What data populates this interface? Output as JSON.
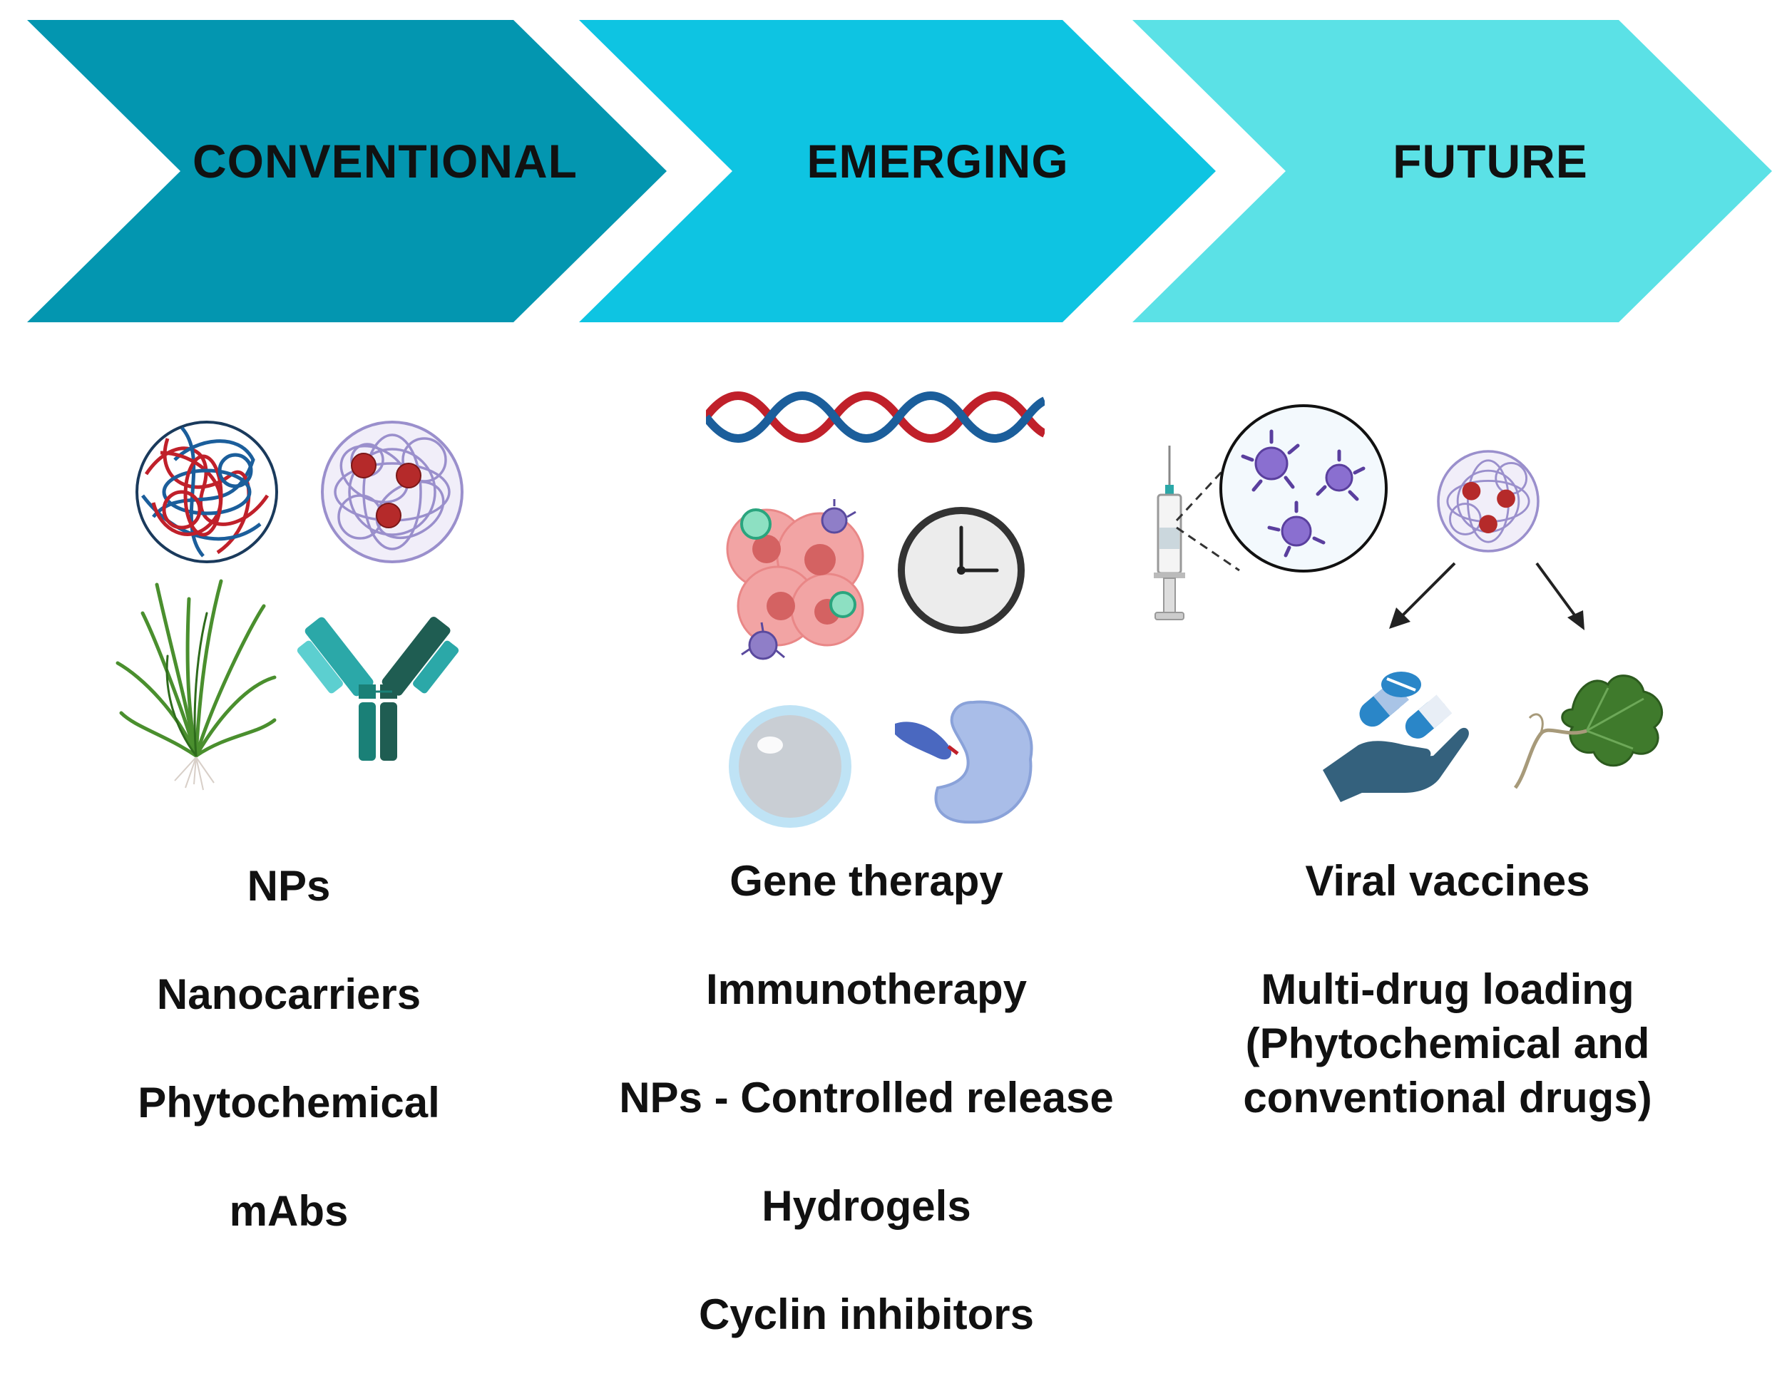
{
  "phases": [
    {
      "label": "CONVENTIONAL",
      "color": "#0396b0"
    },
    {
      "label": "EMERGING",
      "color": "#0ec4e2"
    },
    {
      "label": "FUTURE",
      "color": "#5be1e6"
    }
  ],
  "conventional": {
    "items": [
      "NPs",
      "Nanocarriers",
      "Phytochemical",
      "mAbs"
    ],
    "icons": [
      "polymer-nanoparticle-icon",
      "drug-loaded-nanoparticle-icon",
      "grass-plant-icon",
      "antibody-icon"
    ]
  },
  "emerging": {
    "items": [
      "Gene therapy",
      "Immunotherapy",
      "NPs - Controlled release",
      "Hydrogels",
      "Cyclin inhibitors"
    ],
    "icons": [
      "dna-helix-icon",
      "tumor-immune-cells-icon",
      "clock-icon",
      "hydrogel-sphere-icon",
      "cyclin-protein-icon"
    ]
  },
  "future": {
    "items": [
      "Viral vaccines",
      "Multi-drug loading",
      "(Phytochemical and",
      "conventional drugs)"
    ],
    "icons": [
      "syringe-icon",
      "virus-magnified-icon",
      "drug-loaded-nanoparticle-icon",
      "arrow-icon",
      "pills-hand-icon",
      "leaf-icon"
    ]
  }
}
